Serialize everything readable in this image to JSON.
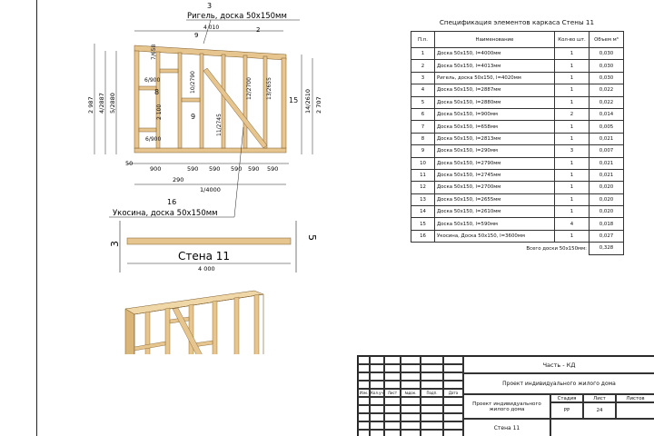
{
  "drawing": {
    "wall_label": "Стена 11",
    "beam_callout_num": "3",
    "beam_callout_text": "Ригель, доска 50х150мм",
    "brace_callout_num": "16",
    "brace_callout_text": "Укосина, доска 50х150мм",
    "top_dim": "4 010",
    "left_dims": [
      "2 987",
      "4/2887",
      "5/2880"
    ],
    "right_dims": [
      "2 707",
      "14/2610"
    ],
    "bottom_dims": [
      "900",
      "590",
      "590",
      "590",
      "590",
      "590"
    ],
    "bottom_offset": "50",
    "plate_dim": "1/4000",
    "small_dim": "290",
    "member_labels": [
      "9",
      "2",
      "7/658",
      "6/900",
      "8",
      "2 100",
      "6/900",
      "10/2790",
      "9",
      "11/2745",
      "12/2700",
      "13/2655",
      "15"
    ],
    "section_mark": "3",
    "section_mark_right": "5",
    "plan_dim": "4 000"
  },
  "spec": {
    "title": "Спецификация элементов каркаса Стены 11",
    "headers": [
      "П.п.",
      "Наименование",
      "Кол-во шт.",
      "Объем м³"
    ],
    "rows": [
      [
        "1",
        "Доска 50х150, l=4000мм",
        "1",
        "0,030"
      ],
      [
        "2",
        "Доска 50х150, l=4013мм",
        "1",
        "0,030"
      ],
      [
        "3",
        "Ригель, доска 50х150, l=4020мм",
        "1",
        "0,030"
      ],
      [
        "4",
        "Доска 50х150, l=2887мм",
        "1",
        "0,022"
      ],
      [
        "5",
        "Доска 50х150, l=2880мм",
        "1",
        "0,022"
      ],
      [
        "6",
        "Доска 50х150, l=900мм",
        "2",
        "0,014"
      ],
      [
        "7",
        "Доска 50х150, l=658мм",
        "1",
        "0,005"
      ],
      [
        "8",
        "Доска 50х150, l=2813мм",
        "1",
        "0,021"
      ],
      [
        "9",
        "Доска 50х150, l=290мм",
        "3",
        "0,007"
      ],
      [
        "10",
        "Доска 50х150, l=2790мм",
        "1",
        "0,021"
      ],
      [
        "11",
        "Доска 50х150, l=2745мм",
        "1",
        "0,021"
      ],
      [
        "12",
        "Доска 50х150, l=2700мм",
        "1",
        "0,020"
      ],
      [
        "13",
        "Доска 50х150, l=2655мм",
        "1",
        "0,020"
      ],
      [
        "14",
        "Доска 50х150, l=2610мм",
        "1",
        "0,020"
      ],
      [
        "15",
        "Доска 50х150, l=590мм",
        "4",
        "0,018"
      ],
      [
        "16",
        "Укосина, Доска 50х150, l=3600мм",
        "1",
        "0,027"
      ]
    ],
    "total_label": "Всего доски 50х150мм:",
    "total_value": "0,328"
  },
  "stamp": {
    "code": "Часть - КД",
    "project": "Проект индивидуального жилого дома",
    "subtitle": "Проект индивидуального жилого дома",
    "sheet_name": "Стена 11",
    "stage_label": "Стадия",
    "sheet_label": "Лист",
    "sheets_label": "Листов",
    "stage": "РР",
    "sheet": "24",
    "col_labels": [
      "Изм.",
      "Кол.уч",
      "Лист",
      "№док.",
      "Подп.",
      "Дата"
    ]
  }
}
